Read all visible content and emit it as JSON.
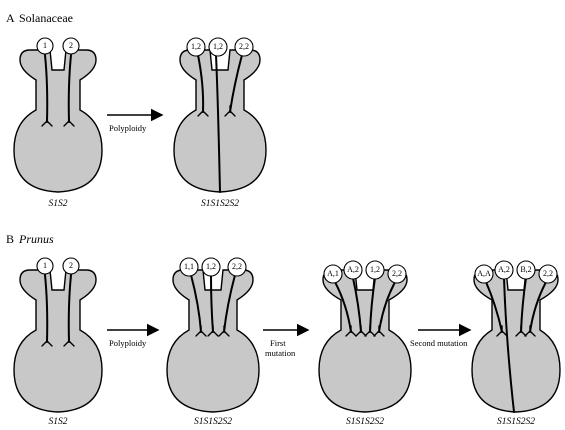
{
  "section_a": {
    "letter": "A",
    "title": "Solanaceae"
  },
  "section_b": {
    "letter": "B",
    "title": "Prunus"
  },
  "arrows": {
    "polyploidy_a": "Polyploidy",
    "polyploidy_b": "Polyploidy",
    "first_mutation_l1": "First",
    "first_mutation_l2": "mutation",
    "second_mutation": "Second mutation"
  },
  "pistils": {
    "a1": {
      "pollen": [
        "1",
        "2"
      ],
      "genotype": "S1S2"
    },
    "a2": {
      "pollen": [
        "1,2",
        "1,2",
        "2,2"
      ],
      "genotype": "S1S1S2S2"
    },
    "b1": {
      "pollen": [
        "1",
        "2"
      ],
      "genotype": "S1S2"
    },
    "b2": {
      "pollen": [
        "1,1",
        "1,2",
        "2,2"
      ],
      "genotype": "S1S1S2S2"
    },
    "b3": {
      "pollen": [
        "A,1",
        "A,2",
        "1,2",
        "2,2"
      ],
      "genotype": "S1S1S2S2"
    },
    "b4": {
      "pollen": [
        "A,A",
        "A,2",
        "B,2",
        "2,2"
      ],
      "genotype": "S1S1S2S2"
    }
  },
  "colors": {
    "pistil_fill": "#c8c8c8",
    "line": "#000000",
    "background": "#ffffff"
  }
}
